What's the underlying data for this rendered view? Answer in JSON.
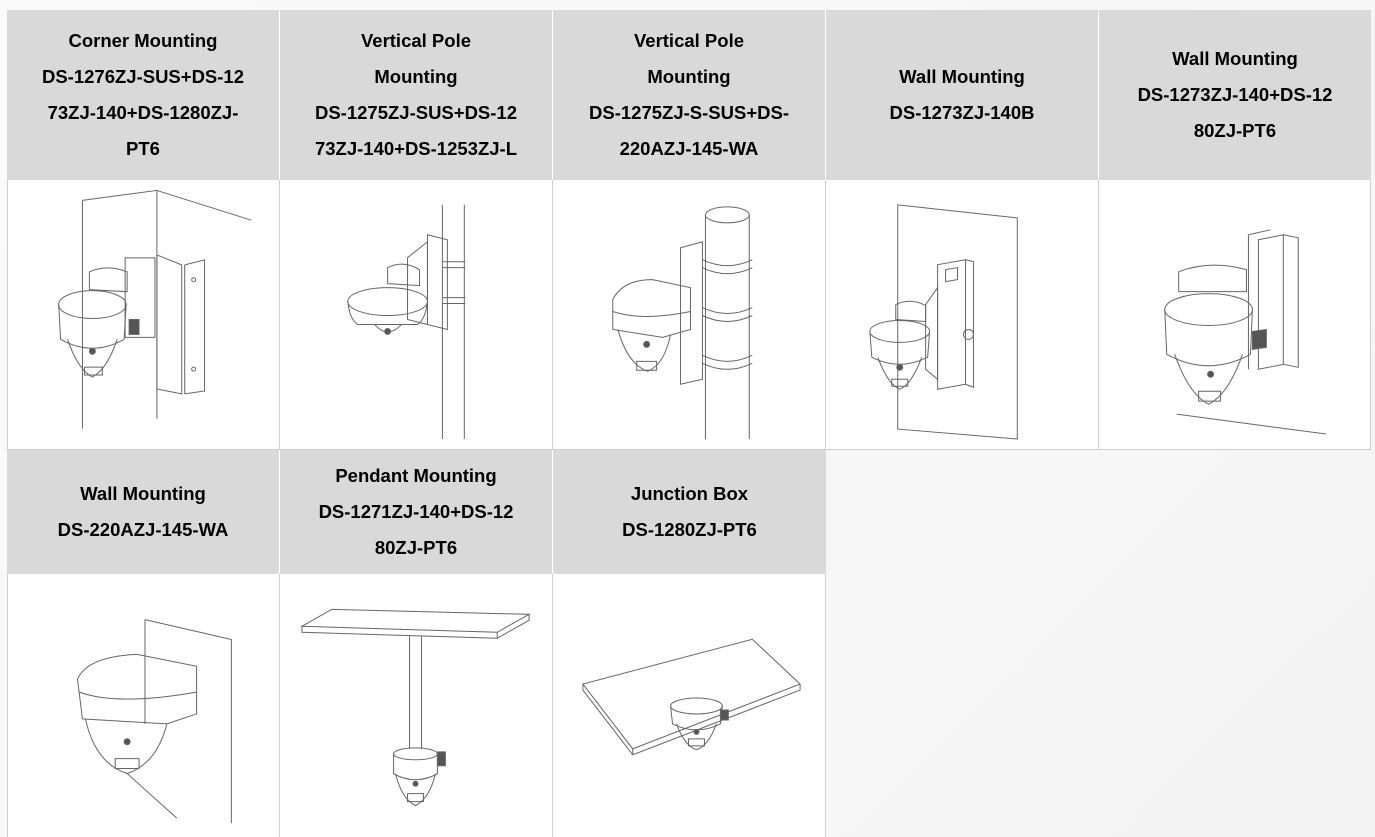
{
  "rows": [
    {
      "cells": [
        {
          "lines": "Corner Mounting\nDS-1276ZJ-SUS+DS-12\n73ZJ-140+DS-1280ZJ-\nPT6",
          "image": "corner-mount-illustration"
        },
        {
          "lines": "Vertical Pole\nMounting\nDS-1275ZJ-SUS+DS-12\n73ZJ-140+DS-1253ZJ-L",
          "image": "vertical-pole-mount-illustration"
        },
        {
          "lines": "Vertical Pole\nMounting\nDS-1275ZJ-S-SUS+DS-\n220AZJ-145-WA",
          "image": "vertical-pole-mount-wa-illustration"
        },
        {
          "lines": "Wall Mounting\nDS-1273ZJ-140B",
          "image": "wall-mount-140b-illustration"
        },
        {
          "lines": "Wall Mounting\nDS-1273ZJ-140+DS-12\n80ZJ-PT6",
          "image": "wall-mount-pt6-illustration"
        }
      ]
    },
    {
      "cells": [
        {
          "lines": "Wall Mounting\nDS-220AZJ-145-WA",
          "image": "wall-mount-wa-illustration"
        },
        {
          "lines": "Pendant Mounting\nDS-1271ZJ-140+DS-12\n80ZJ-PT6",
          "image": "pendant-mount-illustration"
        },
        {
          "lines": "Junction Box\nDS-1280ZJ-PT6",
          "image": "junction-box-illustration"
        }
      ]
    }
  ]
}
